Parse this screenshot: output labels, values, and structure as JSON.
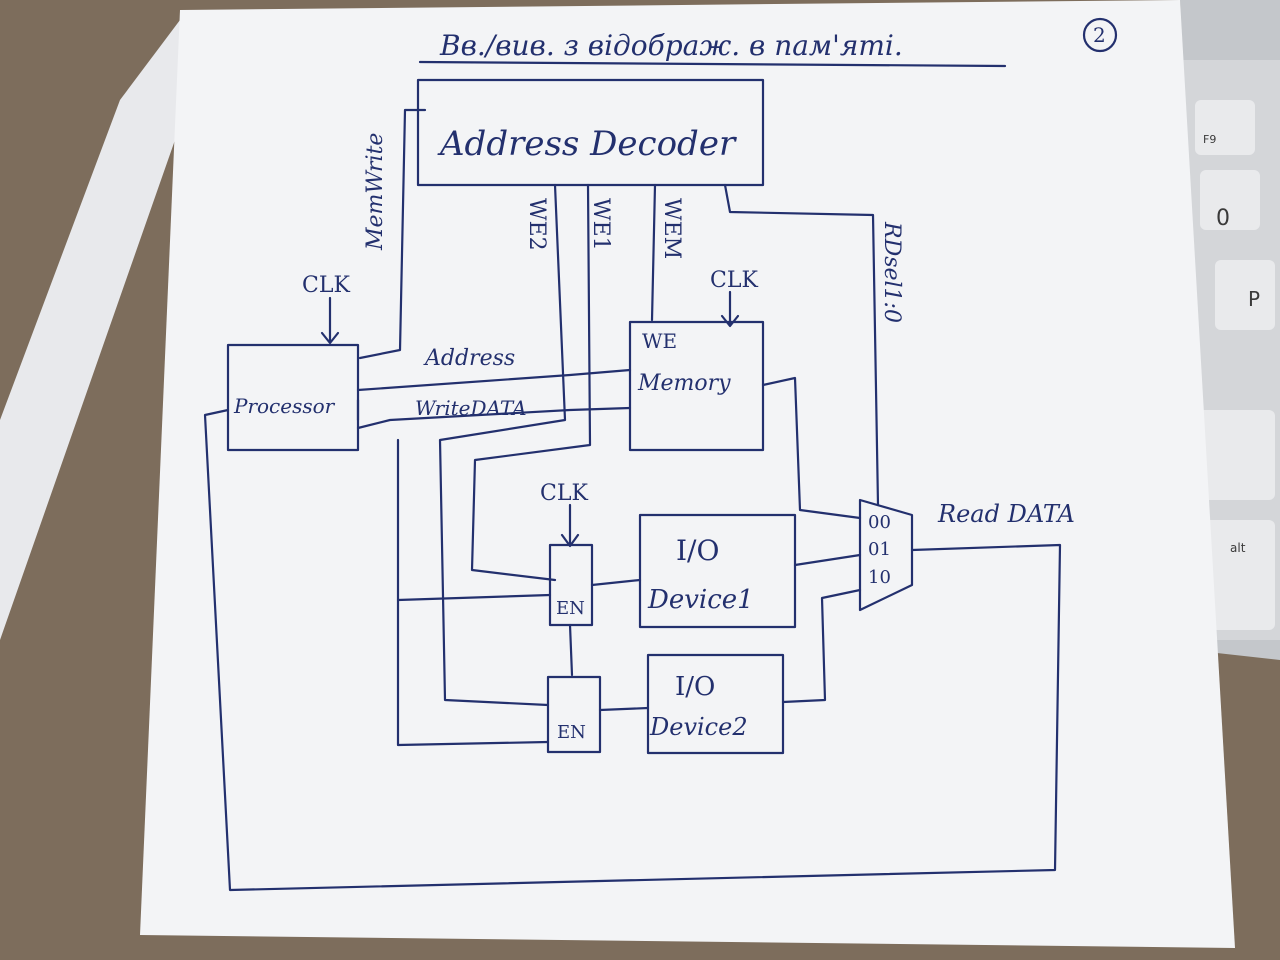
{
  "header": {
    "title": "Вв./вив. з відображ. в пам'яті.",
    "page_number": "2"
  },
  "diagram": {
    "address_decoder": "Address Decoder",
    "processor": "Processor",
    "memory": {
      "title": "Memory",
      "we": "WE"
    },
    "io_device_1": {
      "line1": "I/O",
      "line2": "Device1"
    },
    "io_device_2": {
      "line1": "I/O",
      "line2": "Device2"
    },
    "enable_1": "EN",
    "enable_2": "EN",
    "clk_processor": "CLK",
    "clk_memory": "CLK",
    "clk_io": "CLK",
    "memwrite": "MemWrite",
    "we2": "WE2",
    "we1": "WE1",
    "wem": "WEM",
    "rdsel": "RDsel1:0",
    "address": "Address",
    "writedata": "WriteDATA",
    "readdata": "Read DATA",
    "mux_inputs": [
      "00",
      "01",
      "10"
    ]
  },
  "laptop_keys": {
    "f9": "F9",
    "zero": "0",
    "p": "P",
    "alt": "alt"
  },
  "colors": {
    "ink": "#23306e",
    "paper": "#f4f5f7",
    "laptop": "#c9ccd0"
  }
}
